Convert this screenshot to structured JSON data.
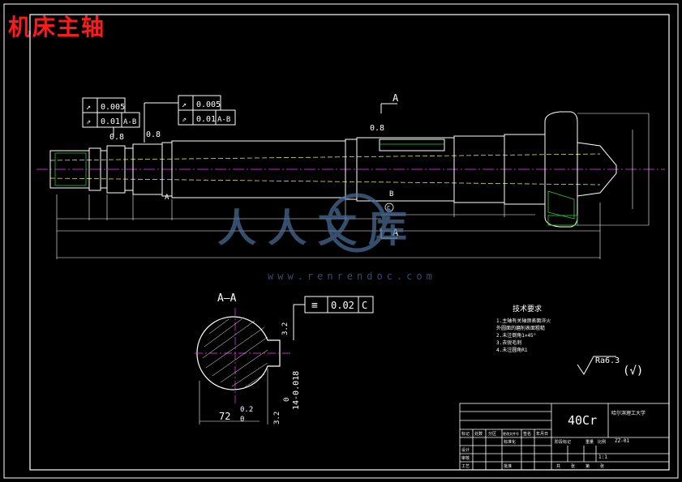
{
  "title": "机床主轴",
  "colors": {
    "line": "#ffffff",
    "centerline": "#ff33ff",
    "hidden": "#ffff66",
    "hatch": "#33cc33",
    "title": "#ff1a1a",
    "watermark": "#4a6f99"
  },
  "gdt": {
    "left_runout": "0.005",
    "left_total": "0.01",
    "left_datum": "A-B",
    "right_runout": "0.005",
    "right_total": "0.01",
    "right_datum": "A-B",
    "symmetry_value": "0.02",
    "symmetry_datum": "C"
  },
  "roughness": {
    "r1": "0.8",
    "r2": "0.8",
    "r3": "0.8",
    "general": "Ra6.3",
    "other": "(√)"
  },
  "section": {
    "cut_label": "A",
    "title": "A—A",
    "dim_width": "72",
    "dim_width_tol_upper": "0.2",
    "dim_width_tol_lower": "0",
    "dim_key_upper": "0",
    "dim_key_lower": "14-0.018",
    "dim_side": "3.2",
    "dim_small": "3.2"
  },
  "datum_b": "B",
  "datum_c": "C",
  "datum_a": "A",
  "tech_req": {
    "heading": "技术要求",
    "items": [
      "1.主轴有关轴颈表面淬火",
      "  外圆面的磨削表面粗糙",
      "2.未注倒角1×45°",
      "3.去锐毛刺",
      "4.未注圆角R1"
    ]
  },
  "title_block": {
    "material": "40Cr",
    "school": "哈尔滨理工大学",
    "drawing_no": "ZZ-01",
    "scale": "1:1",
    "labels": [
      "标记",
      "处数",
      "分区",
      "更改文件号",
      "签名",
      "年月日"
    ],
    "row_labels": [
      "设计",
      "审核",
      "工艺"
    ],
    "std_label": "标准化",
    "approve_label": "批准",
    "stage_label": "阶段标记",
    "weight_label": "重量",
    "scale_label": "比例",
    "sheet_labels": [
      "共",
      "张",
      "第",
      "张"
    ]
  },
  "watermark": {
    "text": "人人文库",
    "url": "www.renrendoc.com"
  }
}
